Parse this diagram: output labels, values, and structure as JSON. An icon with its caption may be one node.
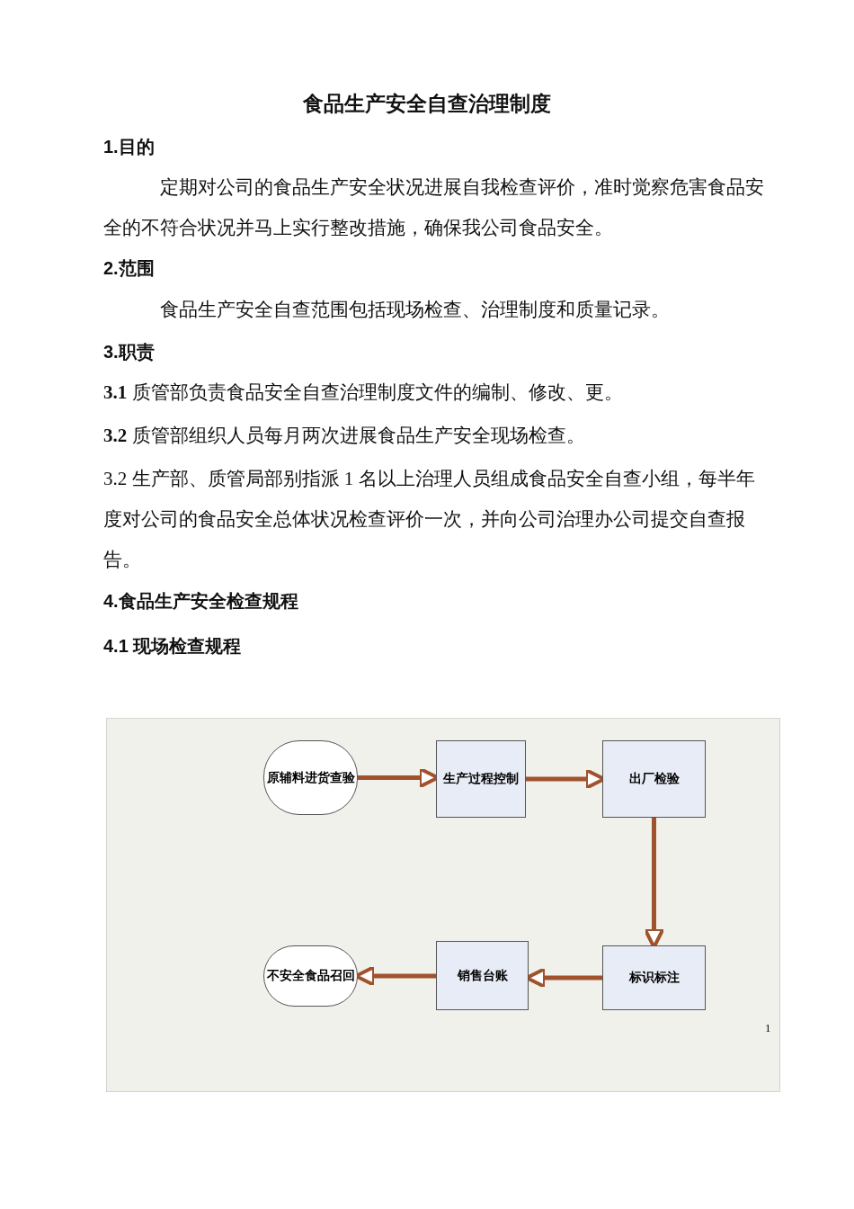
{
  "diagram": {
    "title": "食品生产安全自查治理制度",
    "nodes": [
      {
        "text": [
          "原辅料进货查验"
        ]
      },
      {
        "text": [
          "生产过程控制"
        ]
      },
      {
        "text": [
          "出厂检验"
        ]
      },
      {
        "text": [
          "标识标注"
        ]
      },
      {
        "text": [
          "销售台账"
        ]
      },
      {
        "text": [
          "不安全食品召回"
        ]
      }
    ],
    "edges": [
      {
        "from": 0,
        "to": 1,
        "arrow": "to"
      },
      {
        "from": 1,
        "to": 2,
        "arrow": "to"
      },
      {
        "from": 2,
        "to": 3,
        "arrow": "to"
      },
      {
        "from": 3,
        "to": 4,
        "arrow": "to"
      },
      {
        "from": 4,
        "to": 5,
        "arrow": "to"
      }
    ],
    "labels": [
      "1.目的",
      "定期对公司的食品生产安全状况进展自我检查评价，准时觉察危害食品安全的不符合状况并马上实行整改措施，确保我公司食品安全。",
      "2.范围",
      "食品生产安全自查范围包括现场检查、治理制度和质量记录。",
      "3.职责",
      "**3.1** 质管部负责食品安全自查治理制度文件的编制、修改、更。",
      "**3.2** 质管部组织人员每月两次进展食品生产安全现场检查。",
      "3.2 生产部、质管局部别指派 1 名以上治理人员组成食品安全自查小组，每半年度对公司的食品安全总体状况检查评价一次，并向公司治理办公司提交自查报告。",
      "4.食品生产安全检查规程",
      "4.1 现场检查规程",
      "1"
    ]
  }
}
